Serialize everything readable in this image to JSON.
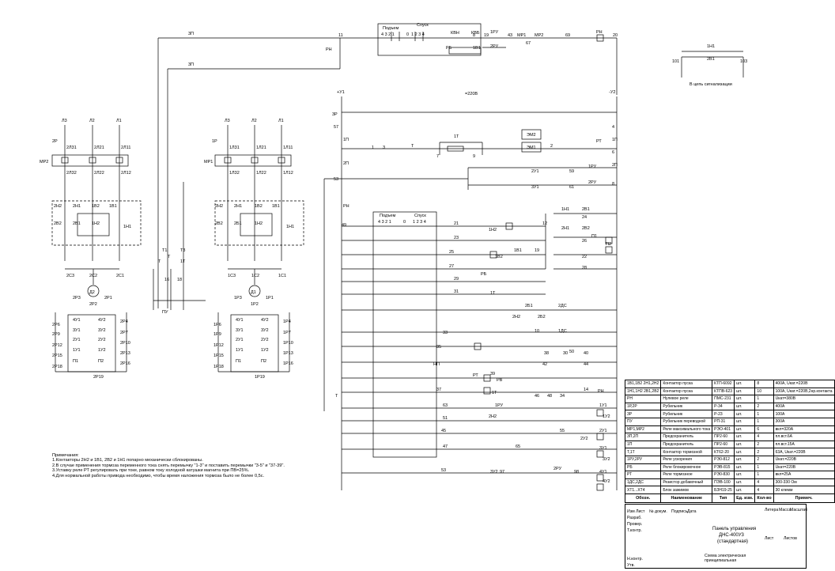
{
  "top_control": {
    "wires": [
      "3П",
      "3П",
      "11",
      "8",
      "19",
      "43",
      "67",
      "69",
      "20"
    ],
    "rn_label": "РН",
    "podyem": "Подъем",
    "spusk": "Спуск",
    "podyem_nums": "4 3 2 1",
    "zero": "0",
    "spusk_nums": "1 2 3 4",
    "kvn": "КВН",
    "kvb": "КВБ",
    "contacts": [
      "РБ",
      "1В1",
      "1РУ",
      "2РУ",
      "МР1",
      "МР2",
      "РН"
    ]
  },
  "signal": {
    "wires_left": "101",
    "wires_right": "103",
    "k1": "1Н1",
    "k2": "2В1",
    "caption": "В цепь сигнализации"
  },
  "motor_left": {
    "phases": [
      "Л3",
      "Л2",
      "Л1"
    ],
    "breaker": "2Р",
    "mr": "МР2",
    "contacts_top": [
      "2Л31",
      "2Л21",
      "2Л11"
    ],
    "contacts_mid": [
      "2Л32",
      "2Л22",
      "2Л12"
    ],
    "rev": [
      "2Н2",
      "2Н1",
      "1В2",
      "1В1",
      "2В2",
      "2В1",
      "1Н2",
      "1Н1"
    ],
    "terms": [
      "2С3",
      "2С2",
      "2С1"
    ],
    "motor": "Д2",
    "rotor": [
      "2Р3",
      "2Р2",
      "2Р1"
    ],
    "steps_l": [
      "2Р6",
      "2Р9",
      "2Р12",
      "2Р15",
      "2Р18"
    ],
    "steps_r": [
      "2Р4",
      "2Р7",
      "2Р10",
      "2Р13",
      "2Р16"
    ],
    "mid": [
      "4У1",
      "4У2",
      "3У1",
      "3У2",
      "2У1",
      "2У2",
      "1У1",
      "1У2",
      "П1",
      "П2"
    ],
    "bottom": "2Р19"
  },
  "motor_right": {
    "phases": [
      "Л3",
      "Л2",
      "Л1"
    ],
    "breaker": "1Р",
    "mr": "МР1",
    "contacts_top": [
      "1Л31",
      "1Л21",
      "1Л11"
    ],
    "contacts_mid": [
      "1Л32",
      "1Л22",
      "1Л12"
    ],
    "rev": [
      "2Н2",
      "2Н1",
      "1В2",
      "1В1",
      "2В2",
      "2Б1",
      "1Н2",
      "1Н1"
    ],
    "terms": [
      "1С3",
      "1С2",
      "1С1"
    ],
    "motor": "Д1",
    "rotor": [
      "1Р3",
      "1Р2",
      "1Р1"
    ],
    "steps_l": [
      "1Р6",
      "1Р9",
      "1Р12",
      "1Р15",
      "1Р18"
    ],
    "steps_r": [
      "1Р4",
      "1Р7",
      "1Р10",
      "1Р13",
      "1Р16"
    ],
    "mid": [
      "4У1",
      "4У2",
      "3У1",
      "3У2",
      "2У1",
      "2У2",
      "1У1",
      "1У2",
      "П1",
      "П2"
    ],
    "bottom": "1Р19"
  },
  "brake": {
    "labels": [
      "Т1",
      "Т3",
      "Т",
      "1Т",
      "Т",
      "16",
      "18",
      "ПУ"
    ]
  },
  "control": {
    "plus": "+У1",
    "minus": "-У2",
    "voltage": "=220В",
    "left_nodes": [
      "3Р",
      "57",
      "1П",
      "2П",
      "53",
      "РН",
      "49",
      "Т"
    ],
    "right_nodes": [
      "4",
      "1П",
      "6",
      "2П",
      "8"
    ],
    "row_labels": [
      "1",
      "3",
      "Т",
      "7",
      "1Т",
      "9",
      "ЭМ2",
      "ЭМ1",
      "2",
      "РТ",
      "2У1",
      "59",
      "1РУ",
      "3У1",
      "61",
      "2РУ"
    ],
    "ctrl_podyem": "Подъем",
    "ctrl_spusk": "Спуск",
    "ctrl_nums_l": "4 3 2 1",
    "ctrl_nums_r": "1 2 3 4",
    "ctrl_zero": "0",
    "nums": [
      "21",
      "23",
      "25",
      "27",
      "29",
      "31",
      "33",
      "35",
      "37",
      "63",
      "51",
      "45",
      "47",
      "53",
      "55",
      "65",
      "97",
      "98",
      "12",
      "19",
      "10",
      "14",
      "39",
      "38",
      "42",
      "44",
      "46",
      "48",
      "50",
      "34",
      "30",
      "40",
      "22",
      "24",
      "26",
      "28"
    ],
    "coils": [
      "1Н2",
      "1В2",
      "1В1",
      "РБ",
      "1Т",
      "2Б1",
      "2Н2",
      "2Б2",
      "2ДС",
      "1ДС",
      "РТ",
      "РВ",
      "1Т",
      "П1",
      "П2",
      "1Н1",
      "2В1",
      "2Н1",
      "2В2",
      "1У1",
      "1У2",
      "2Н2",
      "2У1",
      "2У2",
      "3У1",
      "3У2",
      "4У1",
      "4У2",
      "1РУ",
      "2РУ",
      "3У2",
      "НП",
      "РН"
    ]
  },
  "notes": {
    "title": "Примечания:",
    "lines": [
      "1.Контакторы 2Н2 и 1В1, 2В2 и 1Н1 попарно механически сблокированы.",
      "2.В случае применения тормоза переменного тока снять перемычку \"1-3\" и поставить перемычки \"3-5\" и \"37-39\".",
      "3.Уставку реле РТ регулировать при токе, равном току холодной катушки магнита при ПВ=25%.",
      "4.Для нормальной работы привода необходимо, чтобы время наложения тормоза было не более 0,5с."
    ]
  },
  "spec_table": {
    "headers": [
      "Обозн.",
      "Наименование",
      "Тип",
      "Ед. изм.",
      "Кол-во",
      "Примеч."
    ],
    "rows": [
      [
        "1В1,1В2 2Н1,2Н2",
        "Контактор пуска",
        "КТП-6092",
        "шт.",
        "8",
        "400А, Uкат.=220В"
      ],
      [
        "1Н1,1Н2 2В1,2В2",
        "Контактор пуска",
        "КТПВ-623",
        "шт.",
        "10",
        "100А, Uкат.=220В,2нр.контакта"
      ],
      [
        "РН",
        "Нулевое реле",
        "ПМС-231",
        "шт.",
        "1",
        "Uкат=380В"
      ],
      [
        "1Р,2Р",
        "Рубильник",
        "Р-34",
        "шт.",
        "2",
        "400А"
      ],
      [
        "3Р",
        "Рубильник",
        "Р-23",
        "шт.",
        "1",
        "100А"
      ],
      [
        "ПУ",
        "Рубильник переводной",
        "РП-31",
        "шт.",
        "1",
        "300А"
      ],
      [
        "МР1,МР2",
        "Реле максимального тока",
        "РЭО-401",
        "шт.",
        "6",
        "вкл=320А"
      ],
      [
        "3П,2П",
        "Предохранитель",
        "ПР2-60",
        "шт.",
        "4",
        "пл.вст.6А"
      ],
      [
        "1П",
        "Предохранитель",
        "ПР2-60",
        "шт.",
        "2",
        "пл.вст.15А"
      ],
      [
        "Т,1Т",
        "Контактор тормозной",
        "КТ62-20",
        "шт.",
        "2",
        "63А, Uкат.=220В"
      ],
      [
        "1РУ,2РУ",
        "Реле ускорения",
        "РЭ0-812",
        "шт.",
        "2",
        "Uкат.=220В"
      ],
      [
        "РБ",
        "Реле блокировочное",
        "РЭВ-815",
        "шт.",
        "1",
        "Uкат=220В"
      ],
      [
        "РТ",
        "Реле тормозное",
        "РЭ0-830",
        "шт.",
        "1",
        "вкл=25А"
      ],
      [
        "1ДС,2ДС",
        "Резистор добавочный",
        "ПЭВ-100",
        "шт.",
        "4",
        "300-330 Ом"
      ],
      [
        "ХТ1...ХТ4",
        "Блок зажимов",
        "БЗН19-25",
        "шт.",
        "4",
        "30 клемм"
      ]
    ]
  },
  "title_block": {
    "name": "Панель управления",
    "code": "ДНС-400У3",
    "variant": "(стандартная)",
    "doc_type": "Схема электрическая принципиальная",
    "roles": [
      "Изм Лист",
      "№ докум.",
      "Подпись",
      "Дата",
      "Разраб.",
      "Провер.",
      "Т.контр.",
      "Н.контр.",
      "Утв."
    ],
    "lit": "Литера",
    "mass": "Масса",
    "scale": "Масштаб",
    "sheet": "Лист",
    "sheets": "Листов"
  }
}
